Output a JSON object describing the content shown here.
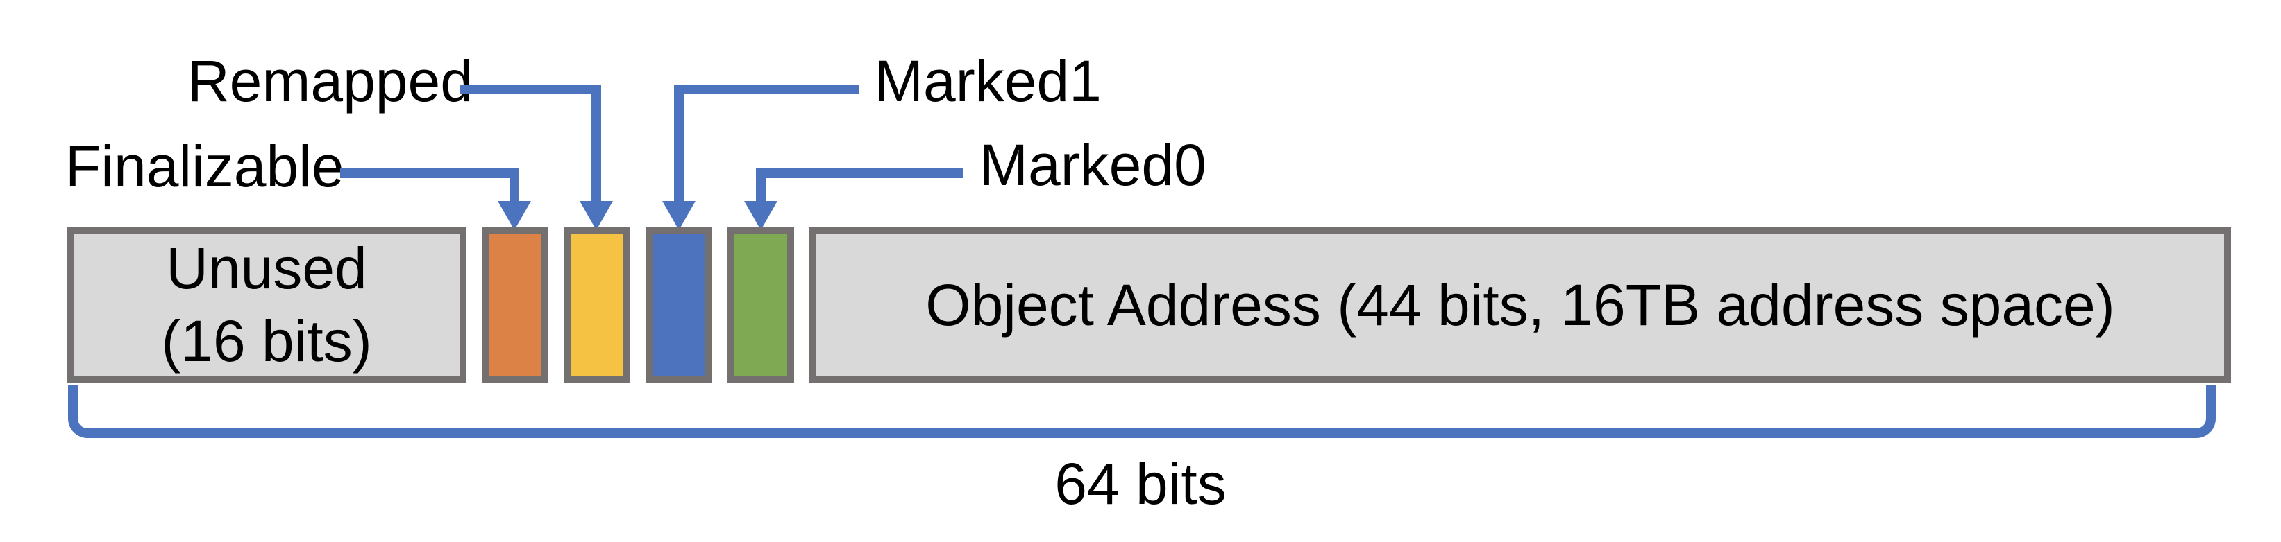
{
  "colors": {
    "connector-blue": "#4C74BE",
    "border-gray": "#757070",
    "field-gray": "#D9D9D9",
    "finalizable-orange": "#DC8246",
    "remapped-yellow": "#F5C243",
    "marked1-blue": "#4E73BE",
    "marked0-green": "#7FA953"
  },
  "labels": {
    "remapped": "Remapped",
    "finalizable": "Finalizable",
    "marked1": "Marked1",
    "marked0": "Marked0"
  },
  "fields": {
    "unused": {
      "line1": "Unused",
      "line2": "(16 bits)"
    },
    "object_address": "Object Address (44 bits, 16TB address space)"
  },
  "bracket": {
    "label": "64 bits"
  }
}
